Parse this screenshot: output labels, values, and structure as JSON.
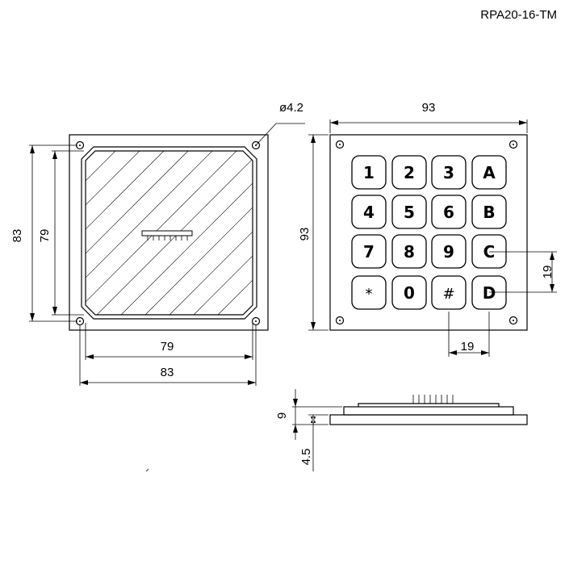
{
  "title": "RPA20-16-TM",
  "dimensions": {
    "hole_diameter": "ø4.2",
    "back_height_outer": "83",
    "back_height_inner": "79",
    "back_width_inner": "79",
    "back_width_outer": "83",
    "front_width": "93",
    "front_height": "93",
    "key_pitch_vertical": "19",
    "key_pitch_horizontal": "19",
    "side_height": "9",
    "side_base": "4.5"
  },
  "keys": [
    [
      "1",
      "2",
      "3",
      "A"
    ],
    [
      "4",
      "5",
      "6",
      "B"
    ],
    [
      "7",
      "8",
      "9",
      "C"
    ],
    [
      "*",
      "0",
      "#",
      "D"
    ]
  ]
}
